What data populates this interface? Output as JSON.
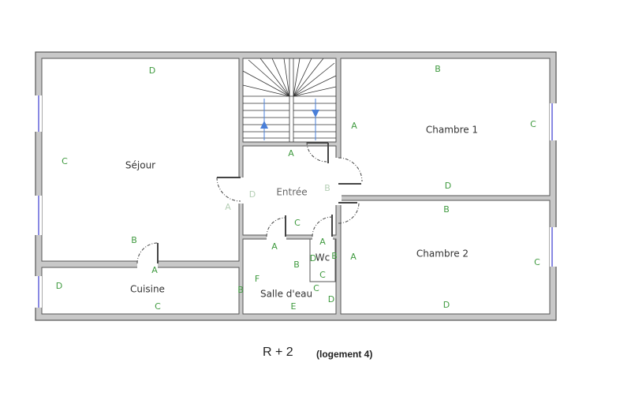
{
  "rooms": {
    "sejour": "Séjour",
    "cuisine": "Cuisine",
    "entree": "Entrée",
    "wc": "Wc",
    "salle_deau": "Salle d'eau",
    "chambre1": "Chambre 1",
    "chambre2": "Chambre 2"
  },
  "wall_letters": [
    "D",
    "C",
    "B",
    "A",
    "D",
    "C",
    "B",
    "A",
    "D",
    "A",
    "B",
    "C",
    "A",
    "B",
    "F",
    "C",
    "D",
    "E",
    "A",
    "D",
    "B",
    "C",
    "B",
    "A",
    "C",
    "D",
    "B",
    "A",
    "C",
    "D"
  ],
  "colors": {
    "wall_fill": "#c8c8c8",
    "wall_stroke": "#555555",
    "letters": "#3f9a3f",
    "window": "#3a3ad0",
    "stair_arrow": "#4a7fd8"
  },
  "caption": {
    "level": "R + 2",
    "unit": "(logement 4)"
  }
}
